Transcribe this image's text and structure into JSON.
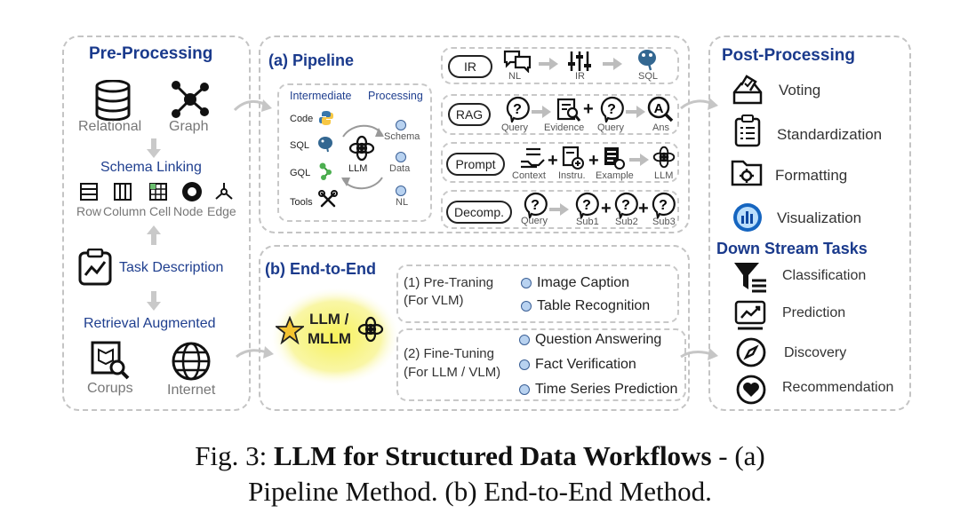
{
  "pre": {
    "title": "Pre-Processing",
    "relational": "Relational",
    "graph": "Graph",
    "schema_linking": "Schema Linking",
    "row": "Row",
    "column": "Column",
    "cell": "Cell",
    "node": "Node",
    "edge": "Edge",
    "task_description": "Task Description",
    "retrieval_augmented": "Retrieval Augmented",
    "corups": "Corups",
    "internet": "Internet"
  },
  "pipeline": {
    "title": "(a) Pipeline",
    "intermediate": "Intermediate",
    "processing": "Processing",
    "code": "Code",
    "sql": "SQL",
    "gql": "GQL",
    "tools": "Tools",
    "llm": "LLM",
    "schema": "Schema",
    "data": "Data",
    "nl": "NL",
    "ir_row": {
      "tag": "IR",
      "l1": "NL",
      "l2": "IR",
      "l3": "SQL"
    },
    "rag_row": {
      "tag": "RAG",
      "l1": "Query",
      "l2": "Evidence",
      "l3": "Query",
      "l4": "Ans"
    },
    "prompt_row": {
      "tag": "Prompt",
      "l1": "Context",
      "l2": "Instru.",
      "l3": "Example",
      "l4": "LLM"
    },
    "decomp_row": {
      "tag": "Decomp.",
      "l1": "Query",
      "l2": "Sub1",
      "l3": "Sub2",
      "l4": "Sub3"
    }
  },
  "e2e": {
    "title": "(b) End-to-End",
    "model_line1": "LLM /",
    "model_line2": "MLLM",
    "pretraining_l1": "(1) Pre-Traning",
    "pretraining_l2": "(For VLM)",
    "pretraining_items": [
      "Image Caption",
      "Table Recognition"
    ],
    "finetuning_l1": "(2) Fine-Tuning",
    "finetuning_l2": "(For LLM / VLM)",
    "finetuning_items": [
      "Question Answering",
      "Fact Verification",
      "Time Series Prediction"
    ]
  },
  "post": {
    "title": "Post-Processing",
    "items": [
      "Voting",
      "Standardization",
      "Formatting",
      "Visualization"
    ]
  },
  "downstream": {
    "title": "Down Stream Tasks",
    "items": [
      "Classification",
      "Prediction",
      "Discovery",
      "Recommendation"
    ]
  },
  "caption": {
    "prefix": "Fig. 3: ",
    "bold": "LLM for Structured Data Workflows",
    "rest1": " - (a)",
    "line2": "Pipeline Method. (b) End-to-End Method."
  },
  "colors": {
    "title_blue": "#1a3a8c",
    "dot_fill": "#b8d2f0",
    "panel_border": "#c4c4c4",
    "halo": "#f6f07a"
  }
}
